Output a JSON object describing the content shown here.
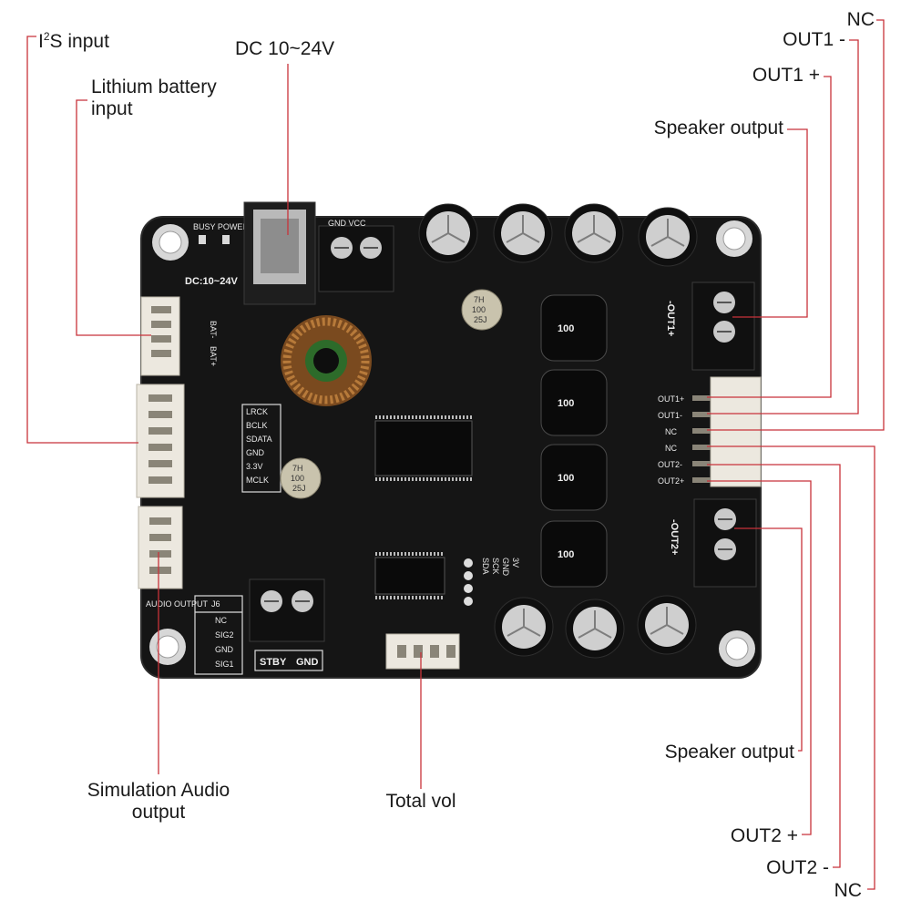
{
  "labels": {
    "i2s_input_base": "I",
    "i2s_input_sup": "2",
    "i2s_input_rest": "S input",
    "dc_input": "DC 10~24V",
    "lithium_line1": "Lithium battery",
    "lithium_line2": "input",
    "nc_top": "NC",
    "out1_minus": "OUT1 -",
    "out1_plus": "OUT1 +",
    "speaker_output_top": "Speaker output",
    "speaker_output_bottom": "Speaker output",
    "out2_plus": "OUT2 +",
    "out2_minus": "OUT2 -",
    "nc_bottom": "NC",
    "simulation_line1": "Simulation Audio",
    "simulation_line2": "output",
    "total_vol": "Total vol"
  },
  "board": {
    "busy_power": "BUSY POWER",
    "dc_rating": "DC:10~24V",
    "gnd_vcc": "GND  VCC",
    "bat_minus": "BAT-",
    "bat_plus": "BAT+",
    "i2s_pins": [
      "LRCK",
      "BCLK",
      "SDATA",
      "GND",
      "3.3V",
      "MCLK"
    ],
    "audio_output": "AUDIO OUTPUT",
    "j6": "J6",
    "j6_pins": [
      "NC",
      "SIG2",
      "GND",
      "SIG1"
    ],
    "stby": "STBY",
    "gnd": "GND",
    "sda_pins": [
      "SDA",
      "SCK",
      "GND",
      "3V"
    ],
    "out_right_pins": [
      "OUT1+",
      "OUT1-",
      "NC",
      "NC",
      "OUT2-",
      "OUT2+"
    ],
    "out1_block": "-OUT1+",
    "out2_block": "-OUT2+",
    "inductor_value": "100",
    "cap_small": [
      "7H",
      "100",
      "25J"
    ]
  }
}
